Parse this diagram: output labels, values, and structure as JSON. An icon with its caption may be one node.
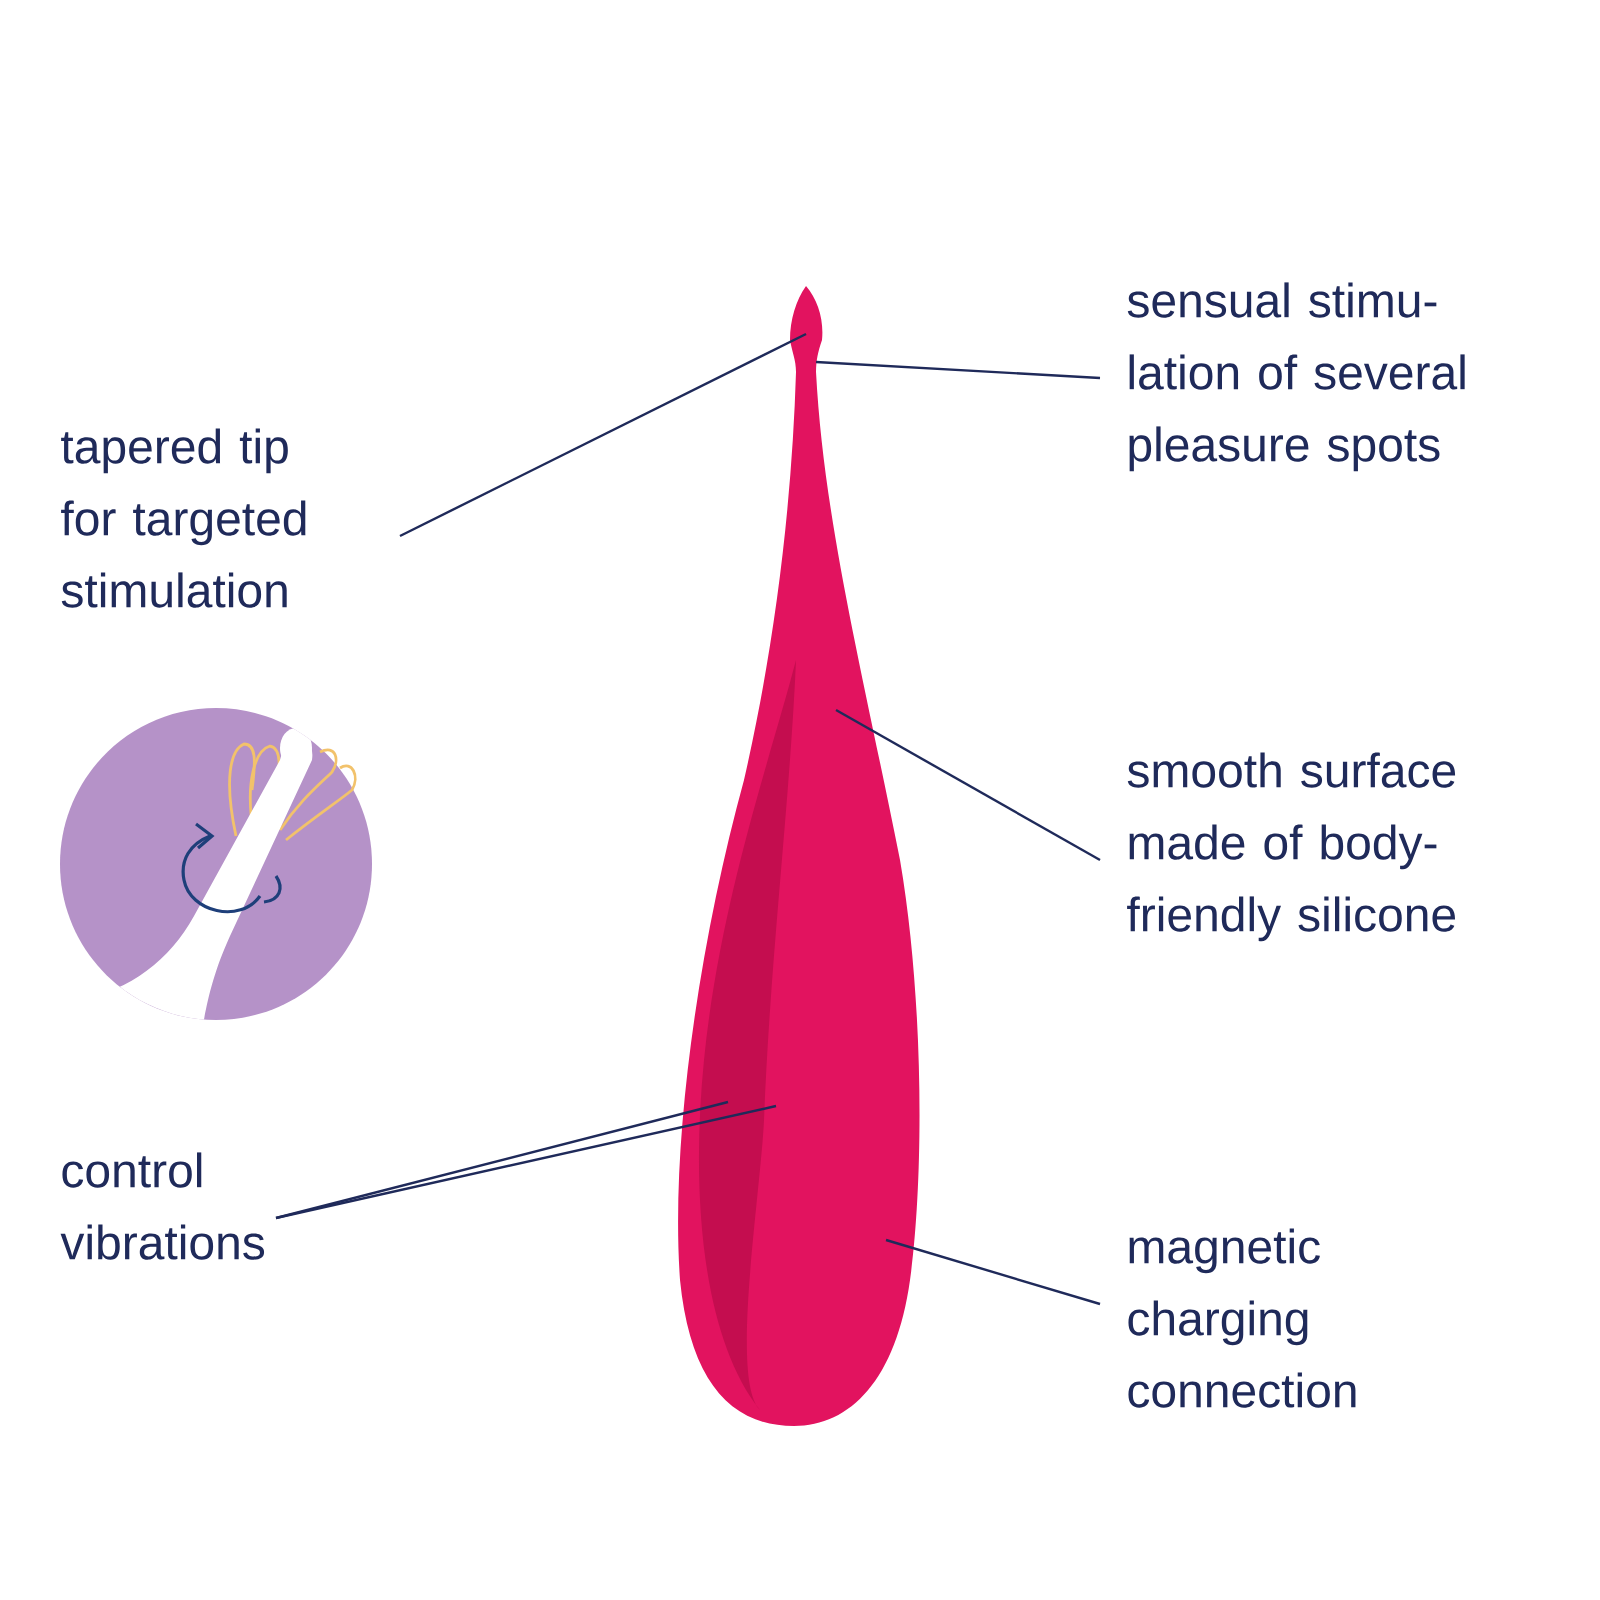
{
  "diagram": {
    "nodes": [
      {
        "text": [
          "sensual stimu- lation of several pleasure spots"
        ]
      },
      {
        "text": [
          "tapered tip for targeted stimulation"
        ]
      },
      {
        "text": [
          "smooth surface made of body- friendly silicone"
        ]
      },
      {
        "text": [
          "control vibrations"
        ]
      },
      {
        "text": [
          "magnetic charging connection"
        ]
      }
    ],
    "edges": [
      {
        "from": 0,
        "to": null,
        "arrow": "none"
      },
      {
        "from": 1,
        "to": null,
        "arrow": "none"
      },
      {
        "from": 2,
        "to": null,
        "arrow": "none"
      },
      {
        "from": 3,
        "to": null,
        "arrow": "none"
      },
      {
        "from": 3,
        "to": null,
        "arrow": "none"
      },
      {
        "from": 4,
        "to": null,
        "arrow": "none"
      }
    ]
  }
}
